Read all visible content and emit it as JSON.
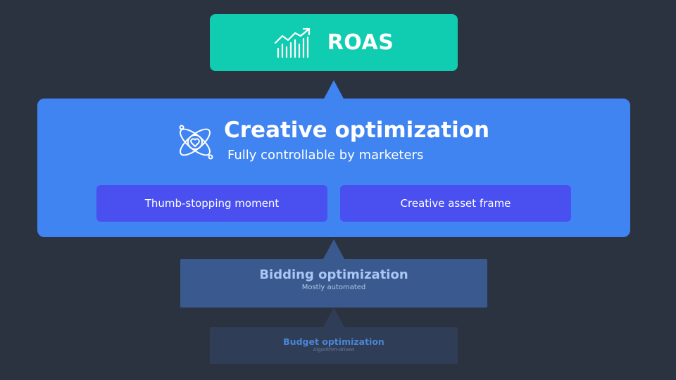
{
  "roas": {
    "title": "ROAS",
    "icon": "growth-chart-icon",
    "color": "#10ccb0"
  },
  "creative": {
    "title": "Creative optimization",
    "subtitle": "Fully controllable by marketers",
    "icon": "atom-heart-icon",
    "color": "#3f84f0",
    "chips": [
      "Thumb-stopping moment",
      "Creative asset frame"
    ],
    "chip_color": "#4a4ff0"
  },
  "bidding": {
    "title": "Bidding optimization",
    "subtitle": "Mostly automated",
    "color": "#3a5a8f"
  },
  "budget": {
    "title": "Budget optimization",
    "subtitle": "Algorithm-driven",
    "color": "#303d57"
  }
}
